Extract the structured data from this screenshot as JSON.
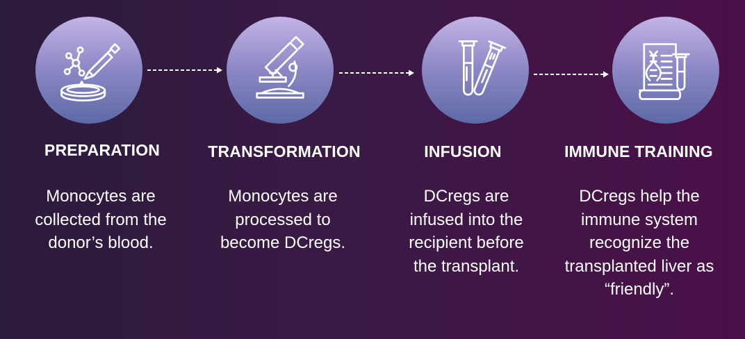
{
  "steps": [
    {
      "title": "PREPARATION",
      "description": "Monocytes are collected from the donor’s blood.",
      "icon": "petri-dish-pipette-icon"
    },
    {
      "title": "TRANSFORMATION",
      "description": "Monocytes are processed to become DCregs.",
      "icon": "microscope-icon"
    },
    {
      "title": "INFUSION",
      "description": "DCregs are infused into the recipient before the transplant.",
      "icon": "test-tubes-icon"
    },
    {
      "title": "IMMUNE TRAINING",
      "description": "DCregs help the immune system recognize the transplanted liver as “friendly”.",
      "icon": "dna-report-icon"
    }
  ],
  "colors": {
    "background_start": "#2b1b3d",
    "background_end": "#4a1048",
    "circle_top": "#c4b3e6",
    "circle_bottom": "#5d6aa7",
    "text": "#ffffff"
  }
}
